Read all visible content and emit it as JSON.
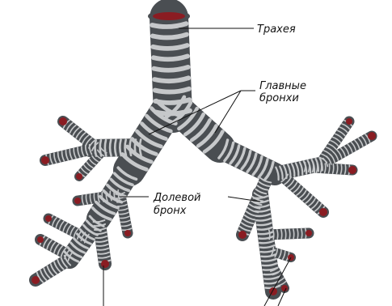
{
  "labels": {
    "trachea": "Трахея",
    "main_bronchi_line1": "Главные",
    "main_bronchi_line2": "бронхи",
    "lobar_bronchus_line1": "Долевой",
    "lobar_bronchus_line2": "бронх"
  },
  "colors": {
    "background": "#ffffff",
    "tube_dark": "#4a4e52",
    "ring_light": "#c6c8ca",
    "lumen": "#8a1c22",
    "leader_line": "#111111"
  }
}
